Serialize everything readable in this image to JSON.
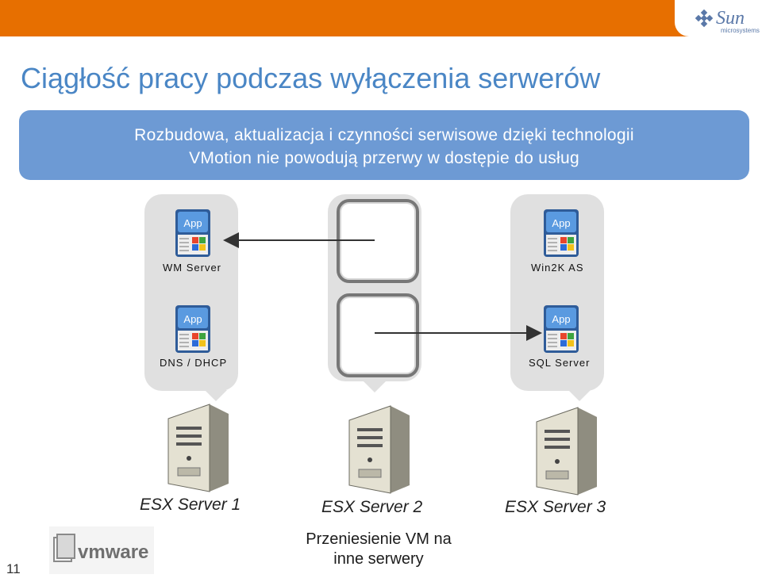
{
  "header": {
    "brand_color": "#e76f00",
    "logo": {
      "name": "Sun",
      "subtext": "microsystems"
    }
  },
  "slide": {
    "title": "Ciągłość pracy podczas wyłączenia serwerów",
    "subtitle_line1": "Rozbudowa, aktualizacja i czynności serwisowe dzięki technologii",
    "subtitle_line2": "VMotion nie powodują przerwy w dostępie do usług",
    "subtitle_bg": "#6d9ad4",
    "title_color": "#4a86c5"
  },
  "hosts": [
    {
      "server_label": "ESX Server 1",
      "vms": [
        "WM Server",
        "DNS / DHCP"
      ]
    },
    {
      "server_label": "ESX Server 2",
      "vms": []
    },
    {
      "server_label": "ESX Server 3",
      "vms": [
        "Win2K AS",
        "SQL Server"
      ]
    }
  ],
  "vm_icon": {
    "badge_text": "App",
    "icon": "windows-app-icon"
  },
  "migration_note": {
    "line1": "Przeniesienie VM na",
    "line2": "inne serwery"
  },
  "footer": {
    "vendor_logo": "vmware",
    "page_number": "11"
  }
}
